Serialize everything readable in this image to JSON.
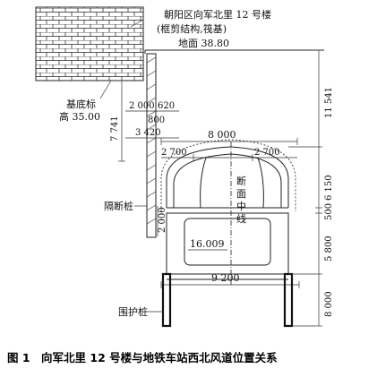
{
  "building": {
    "name": "朝阳区向军北里 12 号楼",
    "structure": "(框剪结构,筏基)",
    "ground": "地面 38.80",
    "base_label": "基底标",
    "base_value": "高 35.00"
  },
  "labels": {
    "section_line": "断面中线",
    "partition_pile": "隔断桩",
    "retaining_pile": "围护桩",
    "inner_elev": "16.009"
  },
  "dims": {
    "d2000": "2 000",
    "d620": "620",
    "d800": "800",
    "d3420": "3 420",
    "d7741": "7 741",
    "d8000_top": "8 000",
    "d2700_l": "2 700",
    "d2700_r": "2 700",
    "d11541": "11 541",
    "d6150": "6 150",
    "d500": "500",
    "d2000_v": "2 000",
    "d5800": "5 800",
    "d9200": "9 200",
    "d8000_bot": "8 000"
  },
  "caption": "图 1　向军北里 12 号楼与地铁车站西北风道位置关系"
}
